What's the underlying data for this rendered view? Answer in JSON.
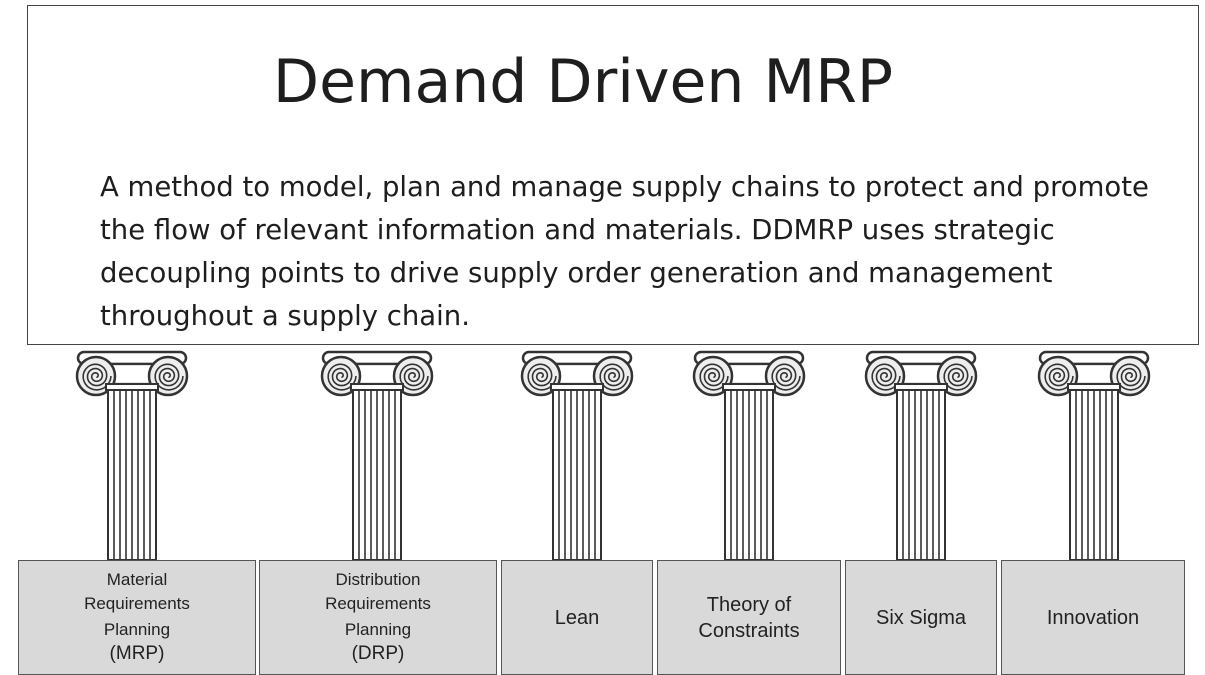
{
  "title": "Demand Driven MRP",
  "description": "A method to model, plan and manage supply chains to protect and promote the flow of relevant information and materials.  DDMRP uses strategic decoupling points to drive supply order generation and management throughout a supply chain.",
  "pillars": [
    {
      "lines": [
        "Material",
        "Requirements",
        "Planning",
        "(MRP)"
      ]
    },
    {
      "lines": [
        "Distribution",
        "Requirements",
        "Planning",
        "(DRP)"
      ]
    },
    {
      "lines": [
        "Lean"
      ]
    },
    {
      "lines": [
        "Theory of",
        "Constraints"
      ]
    },
    {
      "lines": [
        "Six Sigma"
      ]
    },
    {
      "lines": [
        "Innovation"
      ]
    }
  ],
  "colors": {
    "base_fill": "#d9d9d9",
    "outline": "#333333",
    "column_fill": "#ffffff"
  }
}
